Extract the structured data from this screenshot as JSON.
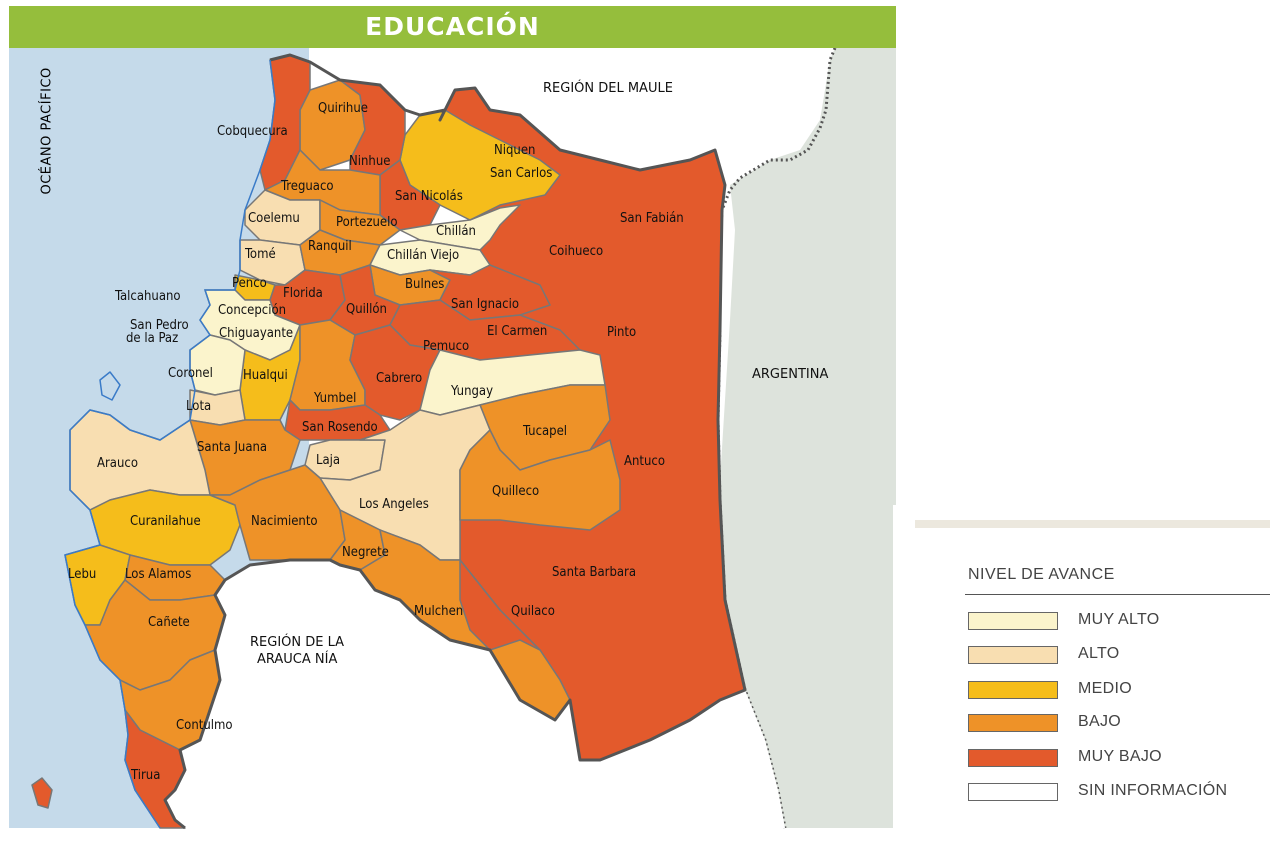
{
  "title": "EDUCACIÓN",
  "colors": {
    "muy_alto": "#fbf4cc",
    "alto": "#f8deb1",
    "medio": "#f5bd1b",
    "bajo": "#ee9228",
    "muy_bajo": "#e35a2c",
    "sin_informacion": "#ffffff",
    "ocean": "#c5daea",
    "neighbour": "#dde3dc",
    "title_bar": "#95be3c",
    "border": "#555555"
  },
  "map": {
    "ocean_label": "OCÉANO PACÍFICO",
    "neighbors": {
      "maule": "REGIÓN DEL MAULE",
      "argentina": "ARGENTINA",
      "araucania_line1": "REGIÓN DE LA",
      "araucania_line2": "ARAUCA NÍA"
    },
    "communes": [
      {
        "name": "Quirihue",
        "level": "BAJO"
      },
      {
        "name": "Cobquecura",
        "level": "MUY BAJO"
      },
      {
        "name": "Ninhue",
        "level": "MUY BAJO"
      },
      {
        "name": "Niquen",
        "level": "MEDIO"
      },
      {
        "name": "San Carlos",
        "level": "MEDIO"
      },
      {
        "name": "Treguaco",
        "level": "BAJO"
      },
      {
        "name": "San Nicolás",
        "level": "MUY BAJO"
      },
      {
        "name": "Coelemu",
        "level": "ALTO"
      },
      {
        "name": "Portezuelo",
        "level": "BAJO"
      },
      {
        "name": "Chillán",
        "level": "MUY ALTO"
      },
      {
        "name": "San Fabián",
        "level": "MUY BAJO"
      },
      {
        "name": "Tomé",
        "level": "ALTO"
      },
      {
        "name": "Ranquil",
        "level": "BAJO"
      },
      {
        "name": "Chillán Viejo",
        "level": "MUY ALTO"
      },
      {
        "name": "Coihueco",
        "level": "MUY BAJO"
      },
      {
        "name": "Penco",
        "level": "MEDIO"
      },
      {
        "name": "Talcahuano",
        "level": "MUY ALTO"
      },
      {
        "name": "Florida",
        "level": "MUY BAJO"
      },
      {
        "name": "Bulnes",
        "level": "BAJO"
      },
      {
        "name": "Concepción",
        "level": "MUY ALTO"
      },
      {
        "name": "Quillón",
        "level": "MUY BAJO"
      },
      {
        "name": "San Ignacio",
        "level": "MUY BAJO"
      },
      {
        "name": "San Pedro",
        "level": "MUY ALTO"
      },
      {
        "name": "de la Paz",
        "level": "MUY ALTO"
      },
      {
        "name": "Chiguayante",
        "level": "MUY ALTO"
      },
      {
        "name": "El Carmen",
        "level": "MUY BAJO"
      },
      {
        "name": "Pinto",
        "level": "MUY BAJO"
      },
      {
        "name": "Pemuco",
        "level": "MUY BAJO"
      },
      {
        "name": "Coronel",
        "level": "MUY ALTO"
      },
      {
        "name": "Hualqui",
        "level": "MEDIO"
      },
      {
        "name": "Cabrero",
        "level": "MUY BAJO"
      },
      {
        "name": "Yungay",
        "level": "MUY ALTO"
      },
      {
        "name": "Yumbel",
        "level": "BAJO"
      },
      {
        "name": "Lota",
        "level": "ALTO"
      },
      {
        "name": "San Rosendo",
        "level": "MUY BAJO"
      },
      {
        "name": "Tucapel",
        "level": "BAJO"
      },
      {
        "name": "Santa Juana",
        "level": "BAJO"
      },
      {
        "name": "Antuco",
        "level": "MUY BAJO"
      },
      {
        "name": "Arauco",
        "level": "ALTO"
      },
      {
        "name": "Laja",
        "level": "ALTO"
      },
      {
        "name": "Quilleco",
        "level": "BAJO"
      },
      {
        "name": "Los Angeles",
        "level": "ALTO"
      },
      {
        "name": "Curanilahue",
        "level": "MEDIO"
      },
      {
        "name": "Nacimiento",
        "level": "BAJO"
      },
      {
        "name": "Negrete",
        "level": "BAJO"
      },
      {
        "name": "Lebu",
        "level": "MEDIO"
      },
      {
        "name": "Los Alamos",
        "level": "BAJO"
      },
      {
        "name": "Santa Barbara",
        "level": "MUY BAJO"
      },
      {
        "name": "Mulchen",
        "level": "BAJO"
      },
      {
        "name": "Quilaco",
        "level": "MUY BAJO"
      },
      {
        "name": "Cañete",
        "level": "BAJO"
      },
      {
        "name": "Contulmo",
        "level": "BAJO"
      },
      {
        "name": "Tirua",
        "level": "MUY BAJO"
      }
    ]
  },
  "legend": {
    "title": "NIVEL DE AVANCE",
    "items": [
      {
        "label": "MUY ALTO",
        "color": "#fbf4cc"
      },
      {
        "label": "ALTO",
        "color": "#f8deb1"
      },
      {
        "label": "MEDIO",
        "color": "#f5bd1b"
      },
      {
        "label": "BAJO",
        "color": "#ee9228"
      },
      {
        "label": "MUY BAJO",
        "color": "#e35a2c"
      },
      {
        "label": "SIN INFORMACIÓN",
        "color": "#ffffff"
      }
    ]
  }
}
